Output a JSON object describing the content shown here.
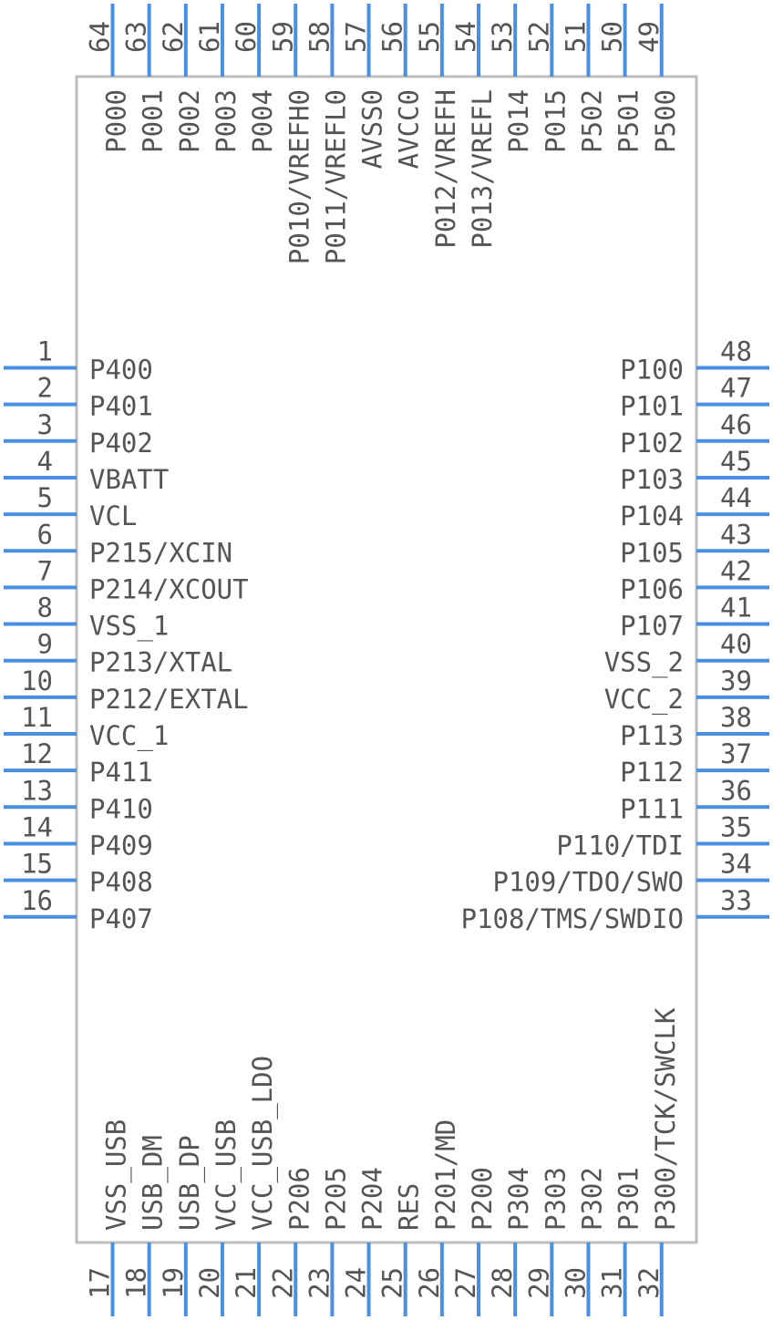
{
  "component": {
    "outline": "chip-body",
    "pins": {
      "left": [
        {
          "num": "1",
          "label": "P400"
        },
        {
          "num": "2",
          "label": "P401"
        },
        {
          "num": "3",
          "label": "P402"
        },
        {
          "num": "4",
          "label": "VBATT"
        },
        {
          "num": "5",
          "label": "VCL"
        },
        {
          "num": "6",
          "label": "P215/XCIN"
        },
        {
          "num": "7",
          "label": "P214/XCOUT"
        },
        {
          "num": "8",
          "label": "VSS_1"
        },
        {
          "num": "9",
          "label": "P213/XTAL"
        },
        {
          "num": "10",
          "label": "P212/EXTAL"
        },
        {
          "num": "11",
          "label": "VCC_1"
        },
        {
          "num": "12",
          "label": "P411"
        },
        {
          "num": "13",
          "label": "P410"
        },
        {
          "num": "14",
          "label": "P409"
        },
        {
          "num": "15",
          "label": "P408"
        },
        {
          "num": "16",
          "label": "P407"
        }
      ],
      "bottom": [
        {
          "num": "17",
          "label": "VSS_USB"
        },
        {
          "num": "18",
          "label": "USB_DM"
        },
        {
          "num": "19",
          "label": "USB_DP"
        },
        {
          "num": "20",
          "label": "VCC_USB"
        },
        {
          "num": "21",
          "label": "VCC_USB_LDO"
        },
        {
          "num": "22",
          "label": "P206"
        },
        {
          "num": "23",
          "label": "P205"
        },
        {
          "num": "24",
          "label": "P204"
        },
        {
          "num": "25",
          "label": "RES"
        },
        {
          "num": "26",
          "label": "P201/MD"
        },
        {
          "num": "27",
          "label": "P200"
        },
        {
          "num": "28",
          "label": "P304"
        },
        {
          "num": "29",
          "label": "P303"
        },
        {
          "num": "30",
          "label": "P302"
        },
        {
          "num": "31",
          "label": "P301"
        },
        {
          "num": "32",
          "label": "P300/TCK/SWCLK"
        }
      ],
      "right": [
        {
          "num": "48",
          "label": "P100"
        },
        {
          "num": "47",
          "label": "P101"
        },
        {
          "num": "46",
          "label": "P102"
        },
        {
          "num": "45",
          "label": "P103"
        },
        {
          "num": "44",
          "label": "P104"
        },
        {
          "num": "43",
          "label": "P105"
        },
        {
          "num": "42",
          "label": "P106"
        },
        {
          "num": "41",
          "label": "P107"
        },
        {
          "num": "40",
          "label": "VSS_2"
        },
        {
          "num": "39",
          "label": "VCC_2"
        },
        {
          "num": "38",
          "label": "P113"
        },
        {
          "num": "37",
          "label": "P112"
        },
        {
          "num": "36",
          "label": "P111"
        },
        {
          "num": "35",
          "label": "P110/TDI"
        },
        {
          "num": "34",
          "label": "P109/TDO/SWO"
        },
        {
          "num": "33",
          "label": "P108/TMS/SWDIO"
        }
      ],
      "top": [
        {
          "num": "64",
          "label": "P000"
        },
        {
          "num": "63",
          "label": "P001"
        },
        {
          "num": "62",
          "label": "P002"
        },
        {
          "num": "61",
          "label": "P003"
        },
        {
          "num": "60",
          "label": "P004"
        },
        {
          "num": "59",
          "label": "P010/VREFH0"
        },
        {
          "num": "58",
          "label": "P011/VREFL0"
        },
        {
          "num": "57",
          "label": "AVSS0"
        },
        {
          "num": "56",
          "label": "AVCC0"
        },
        {
          "num": "55",
          "label": "P012/VREFH"
        },
        {
          "num": "54",
          "label": "P013/VREFL"
        },
        {
          "num": "53",
          "label": "P014"
        },
        {
          "num": "52",
          "label": "P015"
        },
        {
          "num": "51",
          "label": "P502"
        },
        {
          "num": "50",
          "label": "P501"
        },
        {
          "num": "49",
          "label": "P500"
        }
      ]
    }
  },
  "colors": {
    "pin": "#4a90e2",
    "text": "#555555",
    "outline": "#bdbdbd"
  }
}
